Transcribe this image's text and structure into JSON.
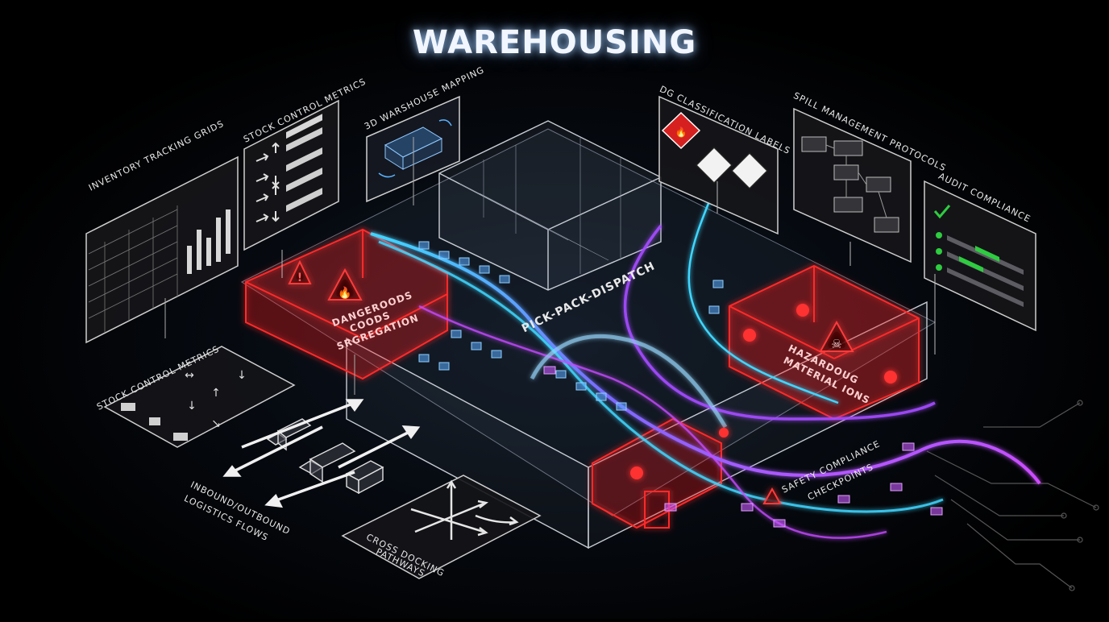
{
  "title": "WAREHOUSING",
  "labels": {
    "inventory_tracking_grids": "INVENTORY TRACKING GRIDS",
    "stock_control_metrics_top": "STOCK CONTROL METRICS",
    "warehouse_mapping_3d": "3D WARSHOUSE MAPPING",
    "dg_classification_labels": "DG CLASSIFICATION LABELS",
    "spill_management_protocols": "SPILL MANAGEMENT PROTOCOLS",
    "audit_compliance": "AUDIT COMPLIANCE",
    "dangerous_goods_segregation_1": "DANGEROODS",
    "dangerous_goods_segregation_2": "COODS",
    "dangerous_goods_segregation_3": "SRGREGATION",
    "pick_pack_dispatch": "PICK-PACK-DISPATCH",
    "hazardous_material_zone_1": "HAZARDOUG",
    "hazardous_material_zone_2": "MATERIAL IONS",
    "stock_control_metrics_bottom": "STOCK CONTROL METRICS",
    "inbound_outbound_1": "INBOUND/OUTBOUND",
    "inbound_outbound_2": "LOGISTICS FLOWS",
    "cross_docking_1": "CROSS DOCKING",
    "cross_docking_2": "PATHWAYS",
    "safety_compliance_1": "SAFETY COMPLIANCE",
    "safety_compliance_2": "CHECKPOINTS"
  },
  "colors": {
    "background": "#000000",
    "neon_red": "#ff2a2a",
    "neon_cyan": "#3fd6ff",
    "neon_purple": "#a44bff",
    "wire_white": "#d8dde6",
    "check_green": "#2ecc40"
  },
  "icons": [
    "warning-icon",
    "flame-icon",
    "skull-icon",
    "check-icon",
    "truck-icon",
    "container-icon",
    "arrow-icon",
    "alarm-light-icon",
    "conveyor-icon",
    "flowchart-icon",
    "bar-chart-icon"
  ]
}
